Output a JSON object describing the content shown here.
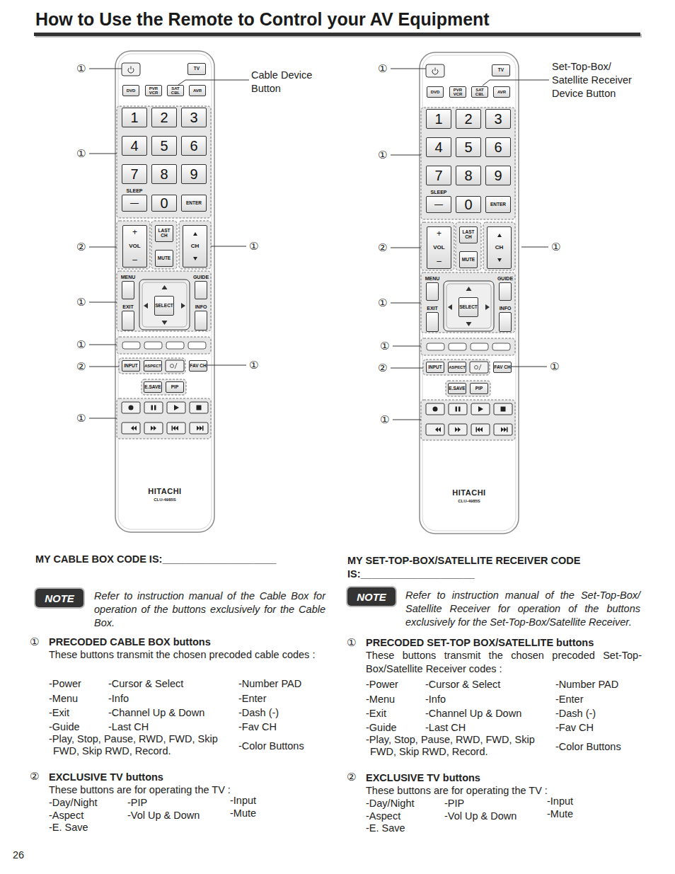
{
  "diagram": {
    "title": "How to Use the Remote to Control your AV Equipment",
    "nodes": [
      {
        "text": [
          "HITACHI",
          "CLU-4985S"
        ]
      },
      {
        "text": [
          "TV"
        ],
        "in": 0
      },
      {
        "text": [
          "DVD"
        ],
        "in": 0
      },
      {
        "text": [
          "PVR VCR"
        ],
        "in": 0
      },
      {
        "text": [
          "SAT CBL"
        ],
        "in": 0
      },
      {
        "text": [
          "AVR"
        ],
        "in": 0
      },
      {
        "text": [
          "1"
        ],
        "in": 0
      },
      {
        "text": [
          "2"
        ],
        "in": 0
      },
      {
        "text": [
          "3"
        ],
        "in": 0
      },
      {
        "text": [
          "4"
        ],
        "in": 0
      },
      {
        "text": [
          "5"
        ],
        "in": 0
      },
      {
        "text": [
          "6"
        ],
        "in": 0
      },
      {
        "text": [
          "7"
        ],
        "in": 0
      },
      {
        "text": [
          "8"
        ],
        "in": 0
      },
      {
        "text": [
          "9"
        ],
        "in": 0
      },
      {
        "text": [
          "SLEEP",
          "—"
        ],
        "in": 0
      },
      {
        "text": [
          "0"
        ],
        "in": 0
      },
      {
        "text": [
          "ENTER"
        ],
        "in": 0
      },
      {
        "text": [
          "+",
          "VOL",
          "–"
        ],
        "in": 0
      },
      {
        "text": [
          "LAST CH"
        ],
        "in": 0
      },
      {
        "text": [
          "CH"
        ],
        "in": 0
      },
      {
        "text": [
          "MUTE"
        ],
        "in": 0
      },
      {
        "text": [
          "MENU"
        ],
        "in": 0
      },
      {
        "text": [
          "GUIDE"
        ],
        "in": 0
      },
      {
        "text": [
          "SELECT"
        ],
        "in": 0
      },
      {
        "text": [
          "EXIT"
        ],
        "in": 0
      },
      {
        "text": [
          "INFO"
        ],
        "in": 0
      },
      {
        "text": [
          "INPUT"
        ],
        "in": 0
      },
      {
        "text": [
          "ASPECT"
        ],
        "in": 0
      },
      {
        "text": [
          "FAV CH"
        ],
        "in": 0
      },
      {
        "text": [
          "E.SAVE"
        ],
        "in": 0
      },
      {
        "text": [
          "PIP"
        ],
        "in": 0
      },
      {
        "text": [
          "HITACHI",
          "CLU-4985S"
        ]
      },
      {
        "text": [
          "TV"
        ],
        "in": 32
      },
      {
        "text": [
          "DVD"
        ],
        "in": 32
      },
      {
        "text": [
          "PVR VCR"
        ],
        "in": 32
      },
      {
        "text": [
          "SAT CBL"
        ],
        "in": 32
      },
      {
        "text": [
          "AVR"
        ],
        "in": 32
      },
      {
        "text": [
          "1"
        ],
        "in": 32
      },
      {
        "text": [
          "2"
        ],
        "in": 32
      },
      {
        "text": [
          "3"
        ],
        "in": 32
      },
      {
        "text": [
          "4"
        ],
        "in": 32
      },
      {
        "text": [
          "5"
        ],
        "in": 32
      },
      {
        "text": [
          "6"
        ],
        "in": 32
      },
      {
        "text": [
          "7"
        ],
        "in": 32
      },
      {
        "text": [
          "8"
        ],
        "in": 32
      },
      {
        "text": [
          "9"
        ],
        "in": 32
      },
      {
        "text": [
          "SLEEP",
          "—"
        ],
        "in": 32
      },
      {
        "text": [
          "0"
        ],
        "in": 32
      },
      {
        "text": [
          "ENTER"
        ],
        "in": 32
      },
      {
        "text": [
          "+",
          "VOL",
          "–"
        ],
        "in": 32
      },
      {
        "text": [
          "LAST CH"
        ],
        "in": 32
      },
      {
        "text": [
          "CH"
        ],
        "in": 32
      },
      {
        "text": [
          "MUTE"
        ],
        "in": 32
      },
      {
        "text": [
          "MENU"
        ],
        "in": 32
      },
      {
        "text": [
          "GUIDE"
        ],
        "in": 32
      },
      {
        "text": [
          "SELECT"
        ],
        "in": 32
      },
      {
        "text": [
          "EXIT"
        ],
        "in": 32
      },
      {
        "text": [
          "INFO"
        ],
        "in": 32
      },
      {
        "text": [
          "INPUT"
        ],
        "in": 32
      },
      {
        "text": [
          "ASPECT"
        ],
        "in": 32
      },
      {
        "text": [
          "FAV CH"
        ],
        "in": 32
      },
      {
        "text": [
          "E.SAVE"
        ],
        "in": 32
      },
      {
        "text": [
          "PIP"
        ],
        "in": 32
      },
      {
        "text": [
          "NOTE"
        ]
      },
      {
        "text": [
          "NOTE"
        ]
      }
    ],
    "labels": [
      "Cable Device Button",
      "①",
      "①",
      "②",
      "①",
      "①",
      "①",
      "②",
      "①",
      "①",
      "Set-Top-Box/ Satellite Receiver Device Button",
      "①",
      "①",
      "②",
      "①",
      "①",
      "①",
      "②",
      "①",
      "①",
      "MY CABLE BOX CODE IS:____________________",
      "Refer to instruction manual of the Cable Box for operation of the buttons exclusively for the Cable Box.",
      "①",
      "PRECODED CABLE BOX buttons",
      "These buttons transmit the chosen precoded cable codes :",
      "-Power",
      "-Cursor & Select",
      "-Number PAD",
      "-Menu",
      "-Info",
      "-Enter",
      "-Exit",
      "-Channel Up & Down",
      "-Dash (-)",
      "-Guide",
      "-Last CH",
      "-Fav CH",
      "-Play, Stop, Pause, RWD, FWD, Skip FWD, Skip RWD, Record.",
      "-Color Buttons",
      "②",
      "EXCLUSIVE TV buttons",
      "These buttons are for operating the TV :",
      "-Day/Night",
      "-PIP",
      "-Input",
      "-Aspect",
      "-Vol Up & Down",
      "-Mute",
      "-E. Save",
      "MY SET-TOP-BOX/SATELLITE RECEIVER CODE IS:____________________",
      "Refer to instruction manual of the Set-Top-Box/ Satellite Receiver for operation of the buttons exclusively for the Set-Top-Box/Satellite Receiver.",
      "①",
      "PRECODED SET-TOP BOX/SATELLITE buttons",
      "These buttons transmit the chosen precoded Set-Top-Box/Satellite Receiver codes :",
      "-Power",
      "-Cursor & Select",
      "-Number PAD",
      "-Menu",
      "-Info",
      "-Enter",
      "-Exit",
      "-Channel Up & Down",
      "-Dash (-)",
      "-Guide",
      "-Last CH",
      "-Fav CH",
      "-Play, Stop, Pause, RWD, FWD, Skip FWD, Skip RWD, Record.",
      "-Color Buttons",
      "②",
      "EXCLUSIVE TV buttons",
      "These buttons are for operating the TV :",
      "-Day/Night",
      "-PIP",
      "-Input",
      "-Aspect",
      "-Vol Up & Down",
      "-Mute",
      "-E. Save",
      "26"
    ]
  }
}
